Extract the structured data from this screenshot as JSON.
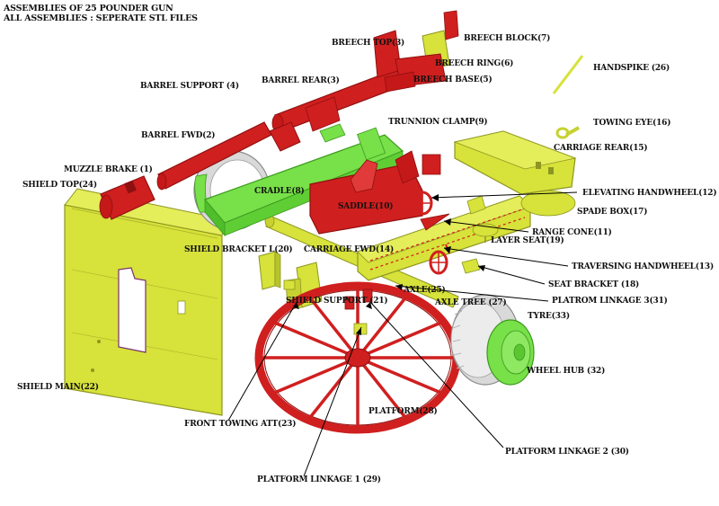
{
  "title": {
    "line1": "ASSEMBLIES OF 25 POUNDER GUN",
    "line2": "ALL ASSEMBLIES : SEPERATE STL FILES"
  },
  "colors": {
    "red": "#d01f1f",
    "red_dark": "#8f1010",
    "yellow": "#d7e23a",
    "yellow_dark": "#8d9620",
    "green": "#78e048",
    "green_dark": "#3c9a20",
    "grey": "#d9d9d9",
    "grey_dark": "#8a8a8a",
    "line": "#000000"
  },
  "parts": [
    {
      "id": "breech-top",
      "text": "BREECH TOP(3)"
    },
    {
      "id": "breech-block",
      "text": "BREECH BLOCK(7)"
    },
    {
      "id": "breech-ring",
      "text": "BREECH RING(6)"
    },
    {
      "id": "breech-base",
      "text": "BREECH BASE(5)"
    },
    {
      "id": "barrel-rear",
      "text": "BARREL REAR(3)"
    },
    {
      "id": "barrel-support",
      "text": "BARREL SUPPORT (4)"
    },
    {
      "id": "handspike",
      "text": "HANDSPIKE (26)"
    },
    {
      "id": "trunnion-clamp",
      "text": "TRUNNION CLAMP(9)"
    },
    {
      "id": "towing-eye",
      "text": "TOWING EYE(16)"
    },
    {
      "id": "barrel-fwd",
      "text": "BARREL FWD(2)"
    },
    {
      "id": "carriage-rear",
      "text": "CARRIAGE REAR(15)"
    },
    {
      "id": "muzzle-brake",
      "text": "MUZZLE BRAKE (1)"
    },
    {
      "id": "shield-top",
      "text": "SHIELD TOP(24)"
    },
    {
      "id": "cradle",
      "text": "CRADLE(8)"
    },
    {
      "id": "elevating-handwheel",
      "text": "ELEVATING HANDWHEEL(12)"
    },
    {
      "id": "saddle",
      "text": "SADDLE(10)"
    },
    {
      "id": "spade-box",
      "text": "SPADE BOX(17)"
    },
    {
      "id": "range-cone",
      "text": "RANGE CONE(11)"
    },
    {
      "id": "layer-seat",
      "text": "LAYER SEAT(19)"
    },
    {
      "id": "shield-bracket",
      "text": "SHIELD BRACKET  L(20)"
    },
    {
      "id": "carriage-fwd",
      "text": "CARRIAGE FWD(14)"
    },
    {
      "id": "traversing-handwheel",
      "text": "TRAVERSING HANDWHEEL(13)"
    },
    {
      "id": "seat-bracket",
      "text": "SEAT BRACKET (18)"
    },
    {
      "id": "axle",
      "text": "AXLE(25)"
    },
    {
      "id": "platform-linkage-3",
      "text": "PLATROM LINKAGE 3(31)"
    },
    {
      "id": "shield-support",
      "text": "SHIELD SUPPORT (21)"
    },
    {
      "id": "axle-tree",
      "text": "AXLE TREE (27)"
    },
    {
      "id": "tyre",
      "text": "TYRE(33)"
    },
    {
      "id": "wheel-hub",
      "text": "WHEEL HUB (32)"
    },
    {
      "id": "shield-main",
      "text": "SHIELD MAIN(22)"
    },
    {
      "id": "front-towing-att",
      "text": "FRONT TOWING ATT(23)"
    },
    {
      "id": "platform",
      "text": "PLATFORM(28)"
    },
    {
      "id": "platform-linkage-2",
      "text": "PLATFORM LINKAGE 2 (30)"
    },
    {
      "id": "platform-linkage-1",
      "text": "PLATFORM LINKAGE 1 (29)"
    }
  ]
}
